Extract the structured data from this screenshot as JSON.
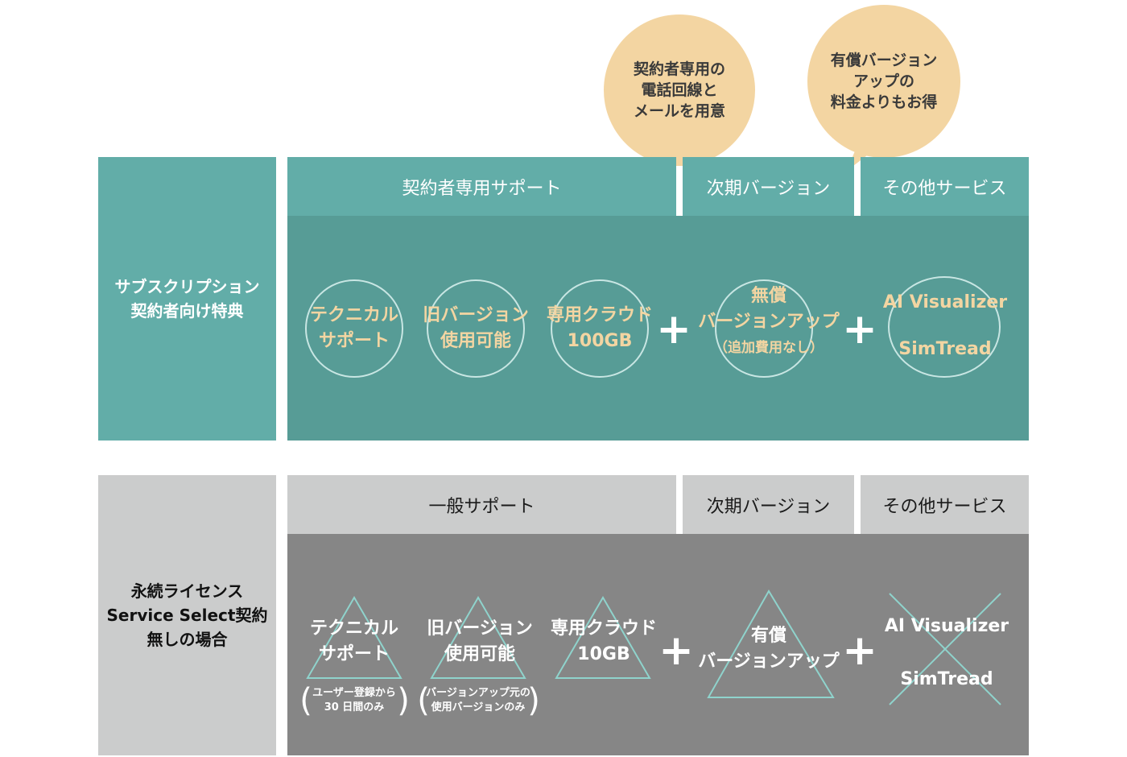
{
  "colors": {
    "teal_header": "#62ada8",
    "teal_body": "#579c96",
    "light_gray": "#cbcccc",
    "dark_gray": "#868686",
    "bubble": "#f3d5a2",
    "gold_text": "#f3d5a2",
    "shape_outline": "#c8e6e3"
  },
  "bubbles": [
    {
      "lines": [
        "契約者専用の",
        "電話回線と",
        "メールを用意"
      ]
    },
    {
      "lines": [
        "有償バージョン",
        "アップの",
        "料金よりもお得"
      ]
    }
  ],
  "subscription": {
    "side_lines": [
      "サブスクリプション",
      "契約者向け特典"
    ],
    "headers": [
      "契約者専用サポート",
      "次期バージョン",
      "その他サービス"
    ],
    "items": {
      "tech": [
        "テクニカル",
        "サポート"
      ],
      "old": [
        "旧バージョン",
        "使用可能"
      ],
      "cloud": [
        "専用クラウド",
        "100GB"
      ],
      "upgrade": [
        "無償",
        "バージョンアップ",
        "（追加費用なし）"
      ],
      "services": [
        "AI Visualizer",
        "SimTread"
      ]
    },
    "plus": [
      "+",
      "+"
    ]
  },
  "perpetual": {
    "side_lines": [
      "永続ライセンス",
      "Service Select契約",
      "無しの場合"
    ],
    "headers": [
      "一般サポート",
      "次期バージョン",
      "その他サービス"
    ],
    "items": {
      "tech": [
        "テクニカル",
        "サポート"
      ],
      "tech_note": [
        "ユーザー登録から",
        "30 日間のみ"
      ],
      "old": [
        "旧バージョン",
        "使用可能"
      ],
      "old_note": [
        "バージョンアップ元の",
        "使用バージョンのみ"
      ],
      "cloud": [
        "専用クラウド",
        "10GB"
      ],
      "upgrade": [
        "有償",
        "バージョンアップ"
      ],
      "services": [
        "AI Visualizer",
        "SimTread"
      ]
    },
    "plus": [
      "+",
      "+"
    ],
    "paren": [
      "(",
      ")",
      "(",
      ")"
    ]
  }
}
